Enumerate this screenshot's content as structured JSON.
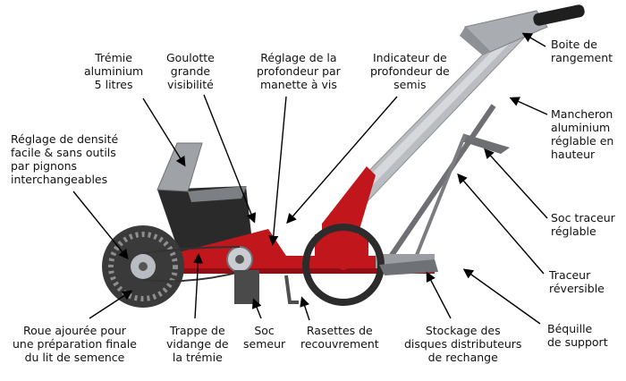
{
  "labels": {
    "tremie": [
      "Trémie",
      "aluminium",
      "5 litres"
    ],
    "goulotte": [
      "Goulotte",
      "grande",
      "visibilité"
    ],
    "reglage_profondeur": [
      "Réglage de la",
      "profondeur par",
      "manette à vis"
    ],
    "indicateur": [
      "Indicateur de",
      "profondeur de",
      "semis"
    ],
    "boite": [
      "Boite de",
      "rangement"
    ],
    "mancheron": [
      "Mancheron",
      "aluminium",
      "réglable en",
      "hauteur"
    ],
    "reglage_densite": [
      "Réglage de densité",
      "facile & sans outils",
      "par pignons",
      "interchangeables"
    ],
    "soc_traceur": [
      "Soc traceur",
      "réglable"
    ],
    "traceur": [
      "Traceur",
      "réversible"
    ],
    "bequille": [
      "Béquille",
      "de support"
    ],
    "roue": [
      "Roue ajourée pour",
      "une préparation finale",
      "du lit de semence"
    ],
    "trappe": [
      "Trappe de",
      "vidange de",
      "la trémie"
    ],
    "soc_semeur": [
      "Soc",
      "semeur"
    ],
    "rasettes": [
      "Rasettes de",
      "recouvrement"
    ],
    "stockage": [
      "Stockage des",
      "disques distributeurs",
      "de rechange"
    ]
  },
  "colors": {
    "frame_red": "#c0161c",
    "aluminium": "#b9bcc0",
    "hopper_dark": "#2a2a2a",
    "wheel_dark": "#3a3a3a",
    "arrow": "#000000"
  }
}
